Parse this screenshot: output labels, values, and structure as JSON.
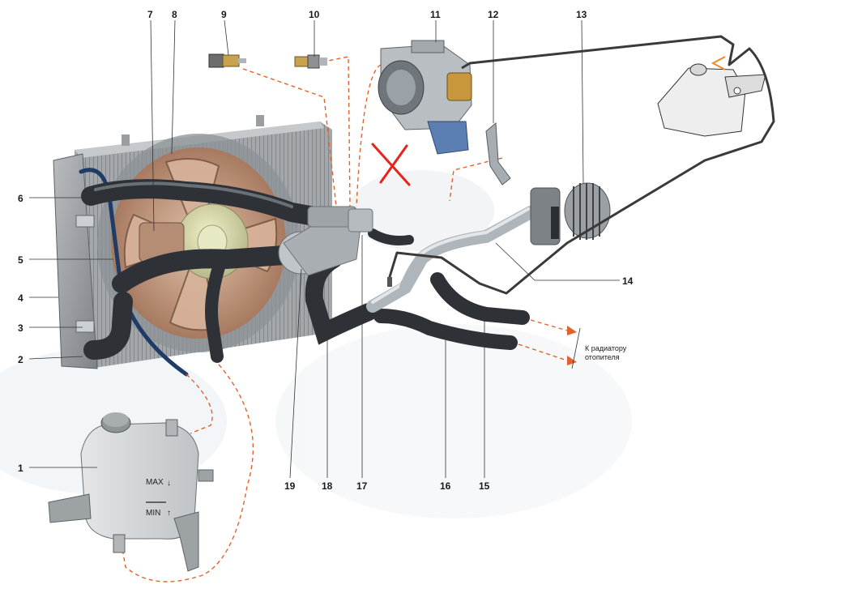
{
  "labels": {
    "n1": "1",
    "n2": "2",
    "n3": "3",
    "n4": "4",
    "n5": "5",
    "n6": "6",
    "n7": "7",
    "n8": "8",
    "n9": "9",
    "n10": "10",
    "n11": "11",
    "n12": "12",
    "n13": "13",
    "n14": "14",
    "n15": "15",
    "n16": "16",
    "n17": "17",
    "n18": "18",
    "n19": "19"
  },
  "heater_caption": [
    "К радиатору",
    "отопителя"
  ],
  "tank_marks": {
    "max": "MAX",
    "min": "MIN"
  },
  "colors": {
    "hose": "#2e3237",
    "pipe": "#aeb6bc",
    "radiator": "#8f9396",
    "fan": "#c89a7e",
    "dashed_flow": "#e0632c",
    "cross_mark": "#e8231c",
    "added_hose": "#3a3a3a",
    "vent_tube": "#1f3c66"
  }
}
